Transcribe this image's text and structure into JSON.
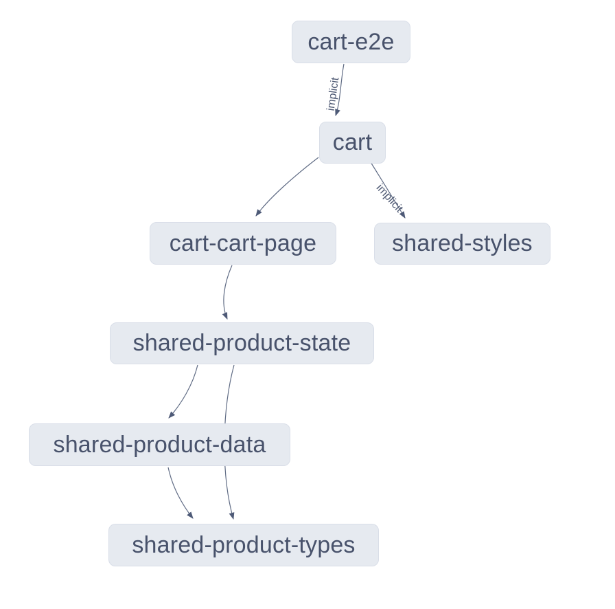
{
  "graph": {
    "kind": "project-dependency-graph",
    "nodes": [
      {
        "id": "cart-e2e",
        "label": "cart-e2e"
      },
      {
        "id": "cart",
        "label": "cart"
      },
      {
        "id": "cart-cart-page",
        "label": "cart-cart-page"
      },
      {
        "id": "shared-styles",
        "label": "shared-styles"
      },
      {
        "id": "shared-product-state",
        "label": "shared-product-state"
      },
      {
        "id": "shared-product-data",
        "label": "shared-product-data"
      },
      {
        "id": "shared-product-types",
        "label": "shared-product-types"
      }
    ],
    "edges": [
      {
        "source": "cart-e2e",
        "target": "cart",
        "label": "implicit"
      },
      {
        "source": "cart",
        "target": "cart-cart-page",
        "label": ""
      },
      {
        "source": "cart",
        "target": "shared-styles",
        "label": "implicit"
      },
      {
        "source": "cart-cart-page",
        "target": "shared-product-state",
        "label": ""
      },
      {
        "source": "shared-product-state",
        "target": "shared-product-data",
        "label": ""
      },
      {
        "source": "shared-product-state",
        "target": "shared-product-types",
        "label": ""
      },
      {
        "source": "shared-product-data",
        "target": "shared-product-types",
        "label": ""
      }
    ],
    "colors": {
      "background": "#ffffff",
      "node_fill": "#e6eaf0",
      "node_border": "#d9dee8",
      "node_text": "#48526b",
      "edge_stroke": "#5f6b84",
      "arrowhead_fill": "#4e5a77",
      "edge_label_text": "#4d5872"
    }
  }
}
